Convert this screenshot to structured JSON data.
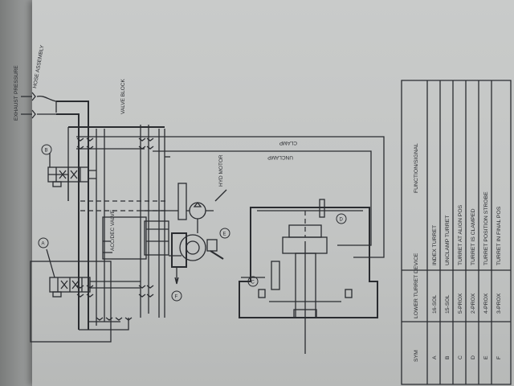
{
  "diagram": {
    "labels": {
      "exhaust": "EXHAUST",
      "pressure": "PRESSURE",
      "hose_assembly": "HOSE ASSEMBLY",
      "valve_block": "VALVE BLOCK",
      "clamp": "CLAMP",
      "unclamp": "UNCLAMP",
      "hyd_motor": "HYD MOTOR",
      "acc_dec_valve": "ACC/DEC VALVE"
    },
    "callouts": [
      "A",
      "B",
      "C",
      "D",
      "E",
      "F"
    ]
  },
  "table": {
    "headers": {
      "sym": "SYM",
      "device": "LOWER TURRET DEVICE",
      "function": "FUNCTION/SIGNAL"
    },
    "rows": [
      {
        "sym": "A",
        "device": "16-SOL",
        "function": "INDEX TURRET"
      },
      {
        "sym": "B",
        "device": "15-SOL",
        "function": "UNCLAMP TURRET"
      },
      {
        "sym": "C",
        "device": "5-PROX",
        "function": "TURRET AT ALIGN POS"
      },
      {
        "sym": "D",
        "device": "2-PROX",
        "function": "TURRET IS CLAMPED"
      },
      {
        "sym": "E",
        "device": "4-PROX",
        "function": "TURRET POSITION STROBE"
      },
      {
        "sym": "F",
        "device": "3-PROX",
        "function": "TURRET IN FINAL POS"
      }
    ]
  }
}
